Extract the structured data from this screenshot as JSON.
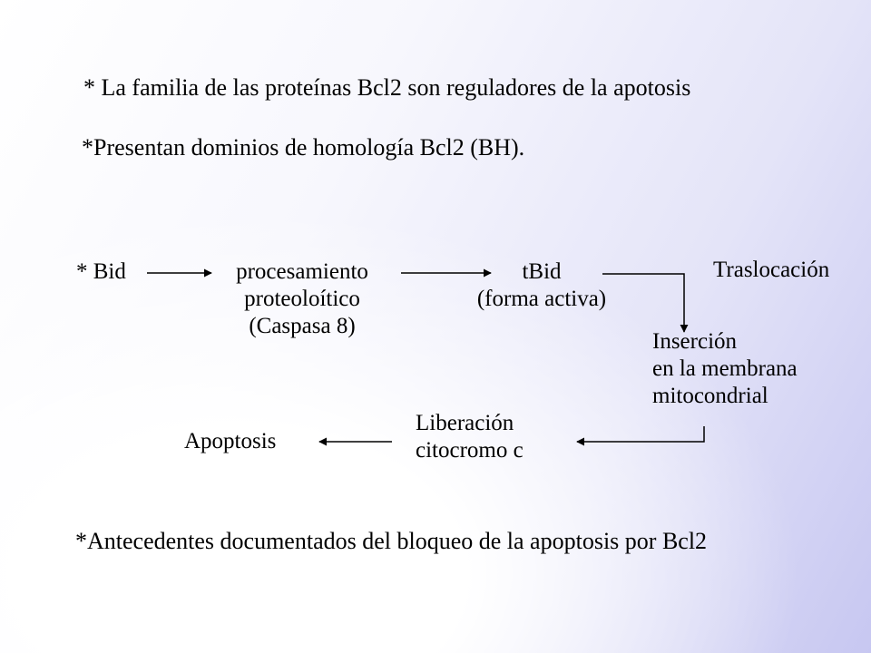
{
  "slide": {
    "line1": "* La familia de las proteínas Bcl2 son reguladores de la apotosis",
    "line2": "*Presentan dominios de homología Bcl2 (BH).",
    "line3": "*Antecedentes documentados del bloqueo de la apoptosis por Bcl2"
  },
  "diagram": {
    "bid": "* Bid",
    "procesamiento": [
      "procesamiento",
      "proteoloítico",
      "(Caspasa 8)"
    ],
    "tbid": [
      "tBid",
      "(forma activa)"
    ],
    "traslocacion": "Traslocación",
    "insercion": [
      "Inserción",
      "en la membrana",
      "mitocondrial"
    ],
    "liberacion": [
      "Liberación",
      "citocromo c"
    ],
    "apoptosis": "Apoptosis"
  }
}
